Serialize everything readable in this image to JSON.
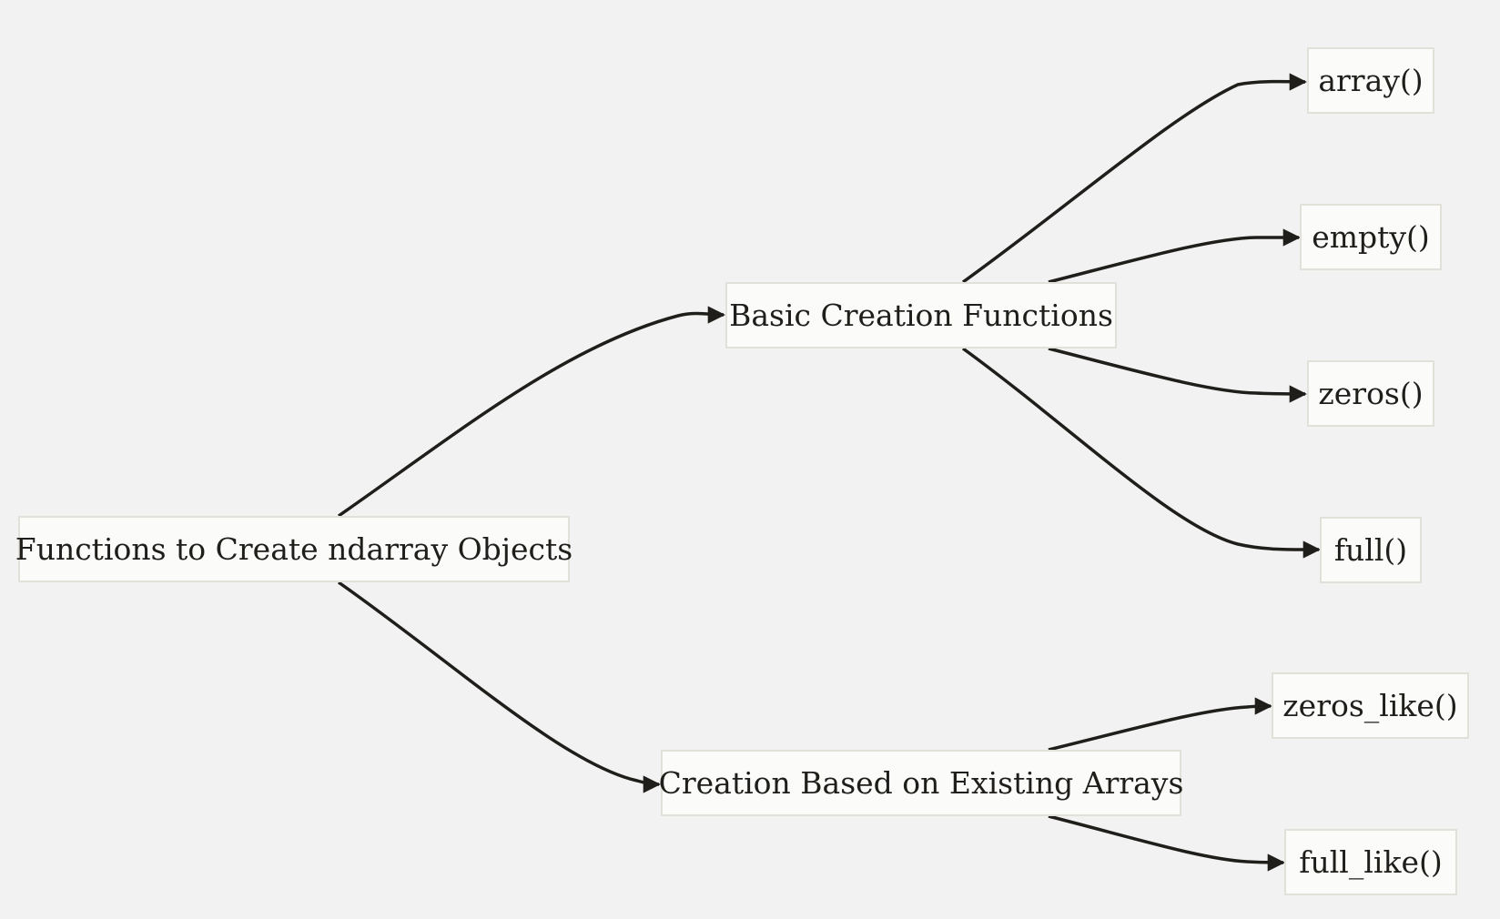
{
  "diagram": {
    "type": "mind-map",
    "colors": {
      "background": "#f2f2f2",
      "node_fill": "#fbfbfa",
      "node_border": "#e1e1d9",
      "edge": "#1f1e1b",
      "text": "#1f1e1b"
    },
    "nodes": {
      "root": "Functions to Create ndarray Objects",
      "basic": "Basic Creation Functions",
      "existing": "Creation Based on Existing Arrays",
      "array": "array()",
      "empty": "empty()",
      "zeros": "zeros()",
      "full": "full()",
      "zeros_like": "zeros_like()",
      "full_like": "full_like()"
    },
    "edges": [
      {
        "from": "root",
        "to": "basic"
      },
      {
        "from": "root",
        "to": "existing"
      },
      {
        "from": "basic",
        "to": "array"
      },
      {
        "from": "basic",
        "to": "empty"
      },
      {
        "from": "basic",
        "to": "zeros"
      },
      {
        "from": "basic",
        "to": "full"
      },
      {
        "from": "existing",
        "to": "zeros_like"
      },
      {
        "from": "existing",
        "to": "full_like"
      }
    ]
  }
}
